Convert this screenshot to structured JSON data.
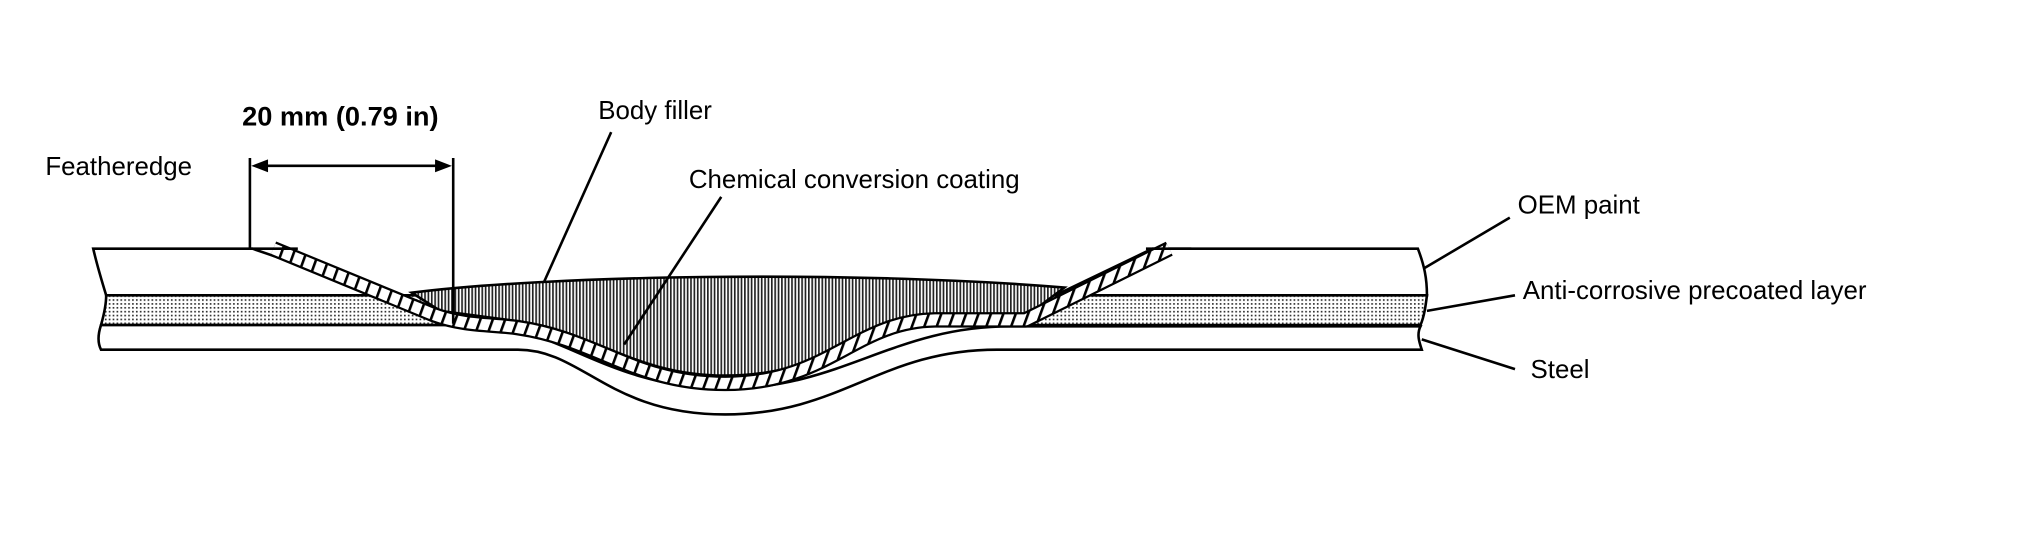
{
  "diagram": {
    "dimension_label": "20 mm (0.79 in)",
    "labels": {
      "featheredge": "Featheredge",
      "body_filler": "Body filler",
      "chemical_coating": "Chemical conversion coating",
      "oem_paint": "OEM paint",
      "precoat": "Anti-corrosive precoated layer",
      "steel": "Steel"
    }
  }
}
